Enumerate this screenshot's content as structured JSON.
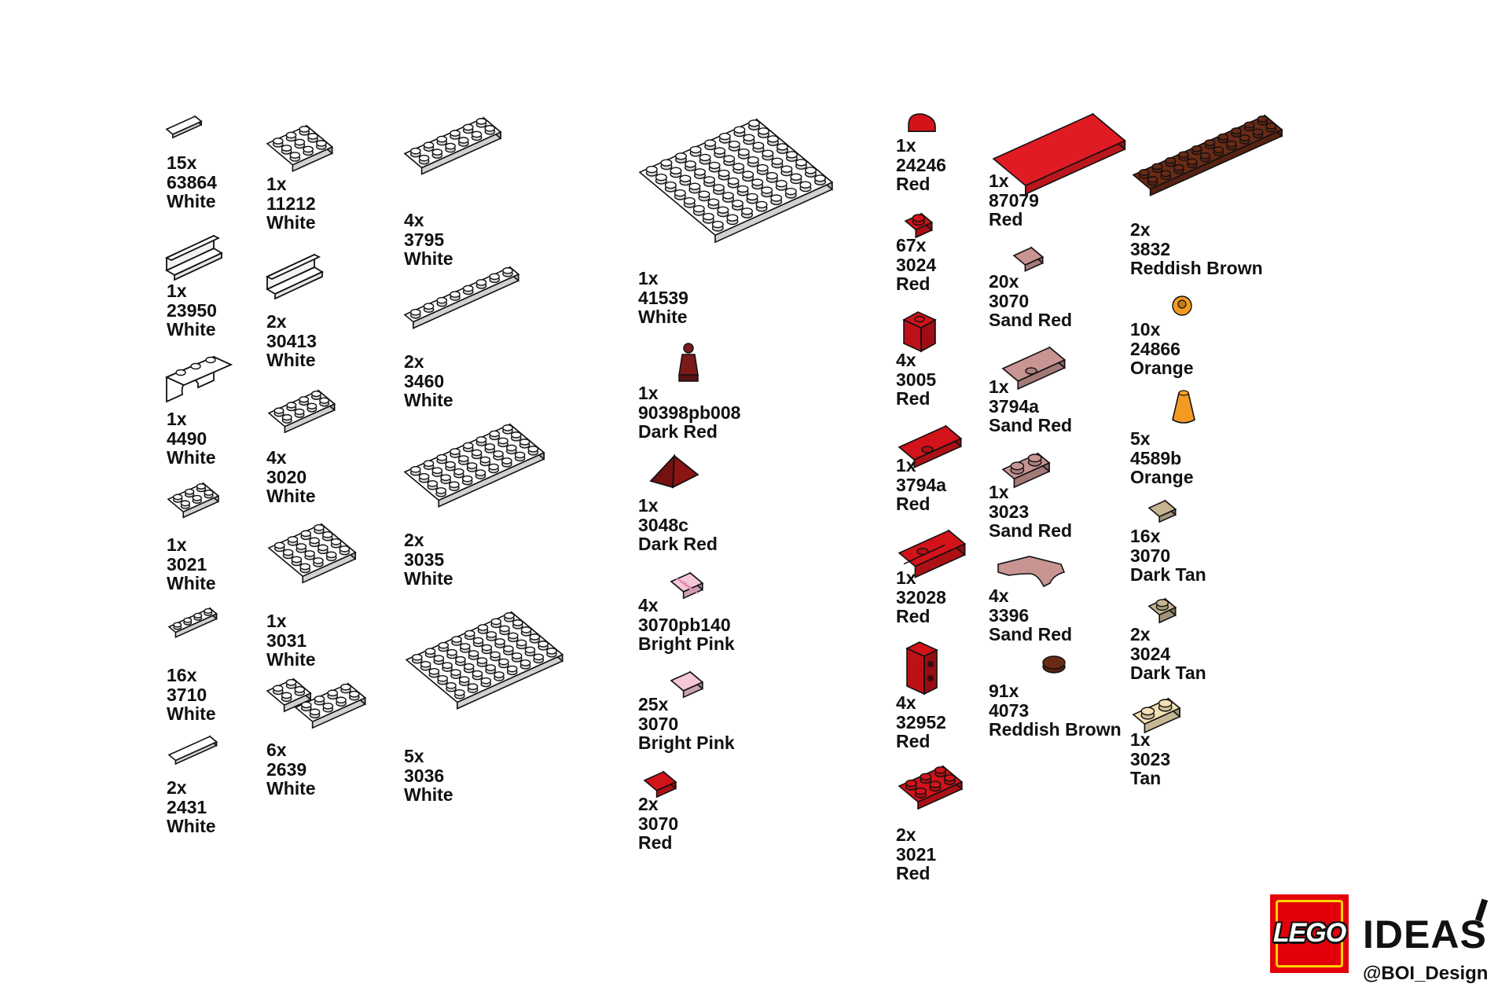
{
  "parts": [
    {
      "id": "p01",
      "qty": "15x",
      "num": "63864",
      "color": "White",
      "hex": "#ffffff",
      "shape": "tile",
      "cols": 3,
      "rows": 1,
      "studs": false
    },
    {
      "id": "p02",
      "qty": "1x",
      "num": "23950",
      "color": "White",
      "hex": "#ffffff",
      "shape": "bracket"
    },
    {
      "id": "p03",
      "qty": "1x",
      "num": "4490",
      "color": "White",
      "hex": "#ffffff",
      "shape": "arch"
    },
    {
      "id": "p04",
      "qty": "1x",
      "num": "3021",
      "color": "White",
      "hex": "#ffffff",
      "shape": "plate",
      "cols": 3,
      "rows": 2,
      "studs": true
    },
    {
      "id": "p05",
      "qty": "16x",
      "num": "3710",
      "color": "White",
      "hex": "#ffffff",
      "shape": "plate",
      "cols": 4,
      "rows": 1,
      "studs": true
    },
    {
      "id": "p06",
      "qty": "2x",
      "num": "2431",
      "color": "White",
      "hex": "#ffffff",
      "shape": "tile",
      "cols": 4,
      "rows": 1,
      "studs": false
    },
    {
      "id": "p07",
      "qty": "1x",
      "num": "11212",
      "color": "White",
      "hex": "#ffffff",
      "shape": "plate",
      "cols": 3,
      "rows": 3,
      "studs": true
    },
    {
      "id": "p08",
      "qty": "2x",
      "num": "30413",
      "color": "White",
      "hex": "#ffffff",
      "shape": "bracket"
    },
    {
      "id": "p09",
      "qty": "4x",
      "num": "3020",
      "color": "White",
      "hex": "#ffffff",
      "shape": "plate",
      "cols": 4,
      "rows": 2,
      "studs": true
    },
    {
      "id": "p10",
      "qty": "1x",
      "num": "3031",
      "color": "White",
      "hex": "#ffffff",
      "shape": "plate",
      "cols": 4,
      "rows": 4,
      "studs": true
    },
    {
      "id": "p11",
      "qty": "6x",
      "num": "2639",
      "color": "White",
      "hex": "#ffffff",
      "shape": "corner"
    },
    {
      "id": "p12",
      "qty": "4x",
      "num": "3795",
      "color": "White",
      "hex": "#ffffff",
      "shape": "plate",
      "cols": 6,
      "rows": 2,
      "studs": true
    },
    {
      "id": "p13",
      "qty": "2x",
      "num": "3460",
      "color": "White",
      "hex": "#ffffff",
      "shape": "plate",
      "cols": 8,
      "rows": 1,
      "studs": true
    },
    {
      "id": "p14",
      "qty": "2x",
      "num": "3035",
      "color": "White",
      "hex": "#ffffff",
      "shape": "plate",
      "cols": 8,
      "rows": 4,
      "studs": true
    },
    {
      "id": "p15",
      "qty": "5x",
      "num": "3036",
      "color": "White",
      "hex": "#ffffff",
      "shape": "plate",
      "cols": 8,
      "rows": 6,
      "studs": true
    },
    {
      "id": "p16",
      "qty": "1x",
      "num": "41539",
      "color": "White",
      "hex": "#ffffff",
      "shape": "plate",
      "cols": 8,
      "rows": 8,
      "studs": true
    },
    {
      "id": "p17",
      "qty": "1x",
      "num": "90398pb008",
      "color": "Dark Red",
      "hex": "#7b1a1a",
      "shape": "figure"
    },
    {
      "id": "p18",
      "qty": "1x",
      "num": "3048c",
      "color": "Dark Red",
      "hex": "#8b1414",
      "shape": "slope"
    },
    {
      "id": "p19",
      "qty": "4x",
      "num": "3070pb140",
      "color": "Bright Pink",
      "hex": "#f6c6d9",
      "shape": "tile",
      "cols": 1,
      "rows": 1,
      "studs": false,
      "pattern": true
    },
    {
      "id": "p20",
      "qty": "25x",
      "num": "3070",
      "color": "Bright Pink",
      "hex": "#f6c6d9",
      "shape": "tile",
      "cols": 1,
      "rows": 1,
      "studs": false
    },
    {
      "id": "p21",
      "qty": "2x",
      "num": "3070",
      "color": "Red",
      "hex": "#d2131a",
      "shape": "tile",
      "cols": 1,
      "rows": 1,
      "studs": false
    },
    {
      "id": "p22",
      "qty": "1x",
      "num": "24246",
      "color": "Red",
      "hex": "#d2131a",
      "shape": "round"
    },
    {
      "id": "p23",
      "qty": "67x",
      "num": "3024",
      "color": "Red",
      "hex": "#d2131a",
      "shape": "plate",
      "cols": 1,
      "rows": 1,
      "studs": true
    },
    {
      "id": "p24",
      "qty": "4x",
      "num": "3005",
      "color": "Red",
      "hex": "#d2131a",
      "shape": "brick"
    },
    {
      "id": "p25",
      "qty": "1x",
      "num": "3794a",
      "color": "Red",
      "hex": "#d2131a",
      "shape": "jumper"
    },
    {
      "id": "p26",
      "qty": "1x",
      "num": "32028",
      "color": "Red",
      "hex": "#d2131a",
      "shape": "door-rail"
    },
    {
      "id": "p27",
      "qty": "4x",
      "num": "32952",
      "color": "Red",
      "hex": "#d2131a",
      "shape": "tall-brick"
    },
    {
      "id": "p28",
      "qty": "2x",
      "num": "3021",
      "color": "Red",
      "hex": "#d2131a",
      "shape": "plate",
      "cols": 3,
      "rows": 2,
      "studs": true
    },
    {
      "id": "p29",
      "qty": "1x",
      "num": "87079",
      "color": "Red",
      "hex": "#e11b23",
      "shape": "tile",
      "cols": 4,
      "rows": 2,
      "studs": false
    },
    {
      "id": "p30",
      "qty": "20x",
      "num": "3070",
      "color": "Sand Red",
      "hex": "#c89592",
      "shape": "tile",
      "cols": 1,
      "rows": 1,
      "studs": false
    },
    {
      "id": "p31",
      "qty": "1x",
      "num": "3794a",
      "color": "Sand Red",
      "hex": "#c89592",
      "shape": "jumper"
    },
    {
      "id": "p32",
      "qty": "1x",
      "num": "3023",
      "color": "Sand Red",
      "hex": "#c89592",
      "shape": "plate",
      "cols": 2,
      "rows": 1,
      "studs": true
    },
    {
      "id": "p33",
      "qty": "4x",
      "num": "3396",
      "color": "Sand Red",
      "hex": "#c89592",
      "shape": "curve"
    },
    {
      "id": "p34",
      "qty": "91x",
      "num": "4073",
      "color": "Reddish Brown",
      "hex": "#6b2a16",
      "shape": "dot"
    },
    {
      "id": "p35",
      "qty": "2x",
      "num": "3832",
      "color": "Reddish Brown",
      "hex": "#6b2a16",
      "shape": "plate",
      "cols": 10,
      "rows": 2,
      "studs": true
    },
    {
      "id": "p36",
      "qty": "10x",
      "num": "24866",
      "color": "Orange",
      "hex": "#f39a22",
      "shape": "flower"
    },
    {
      "id": "p37",
      "qty": "5x",
      "num": "4589b",
      "color": "Orange",
      "hex": "#f39a22",
      "shape": "cone"
    },
    {
      "id": "p38",
      "qty": "16x",
      "num": "3070",
      "color": "Dark Tan",
      "hex": "#c7b592",
      "shape": "tile",
      "cols": 1,
      "rows": 1,
      "studs": false
    },
    {
      "id": "p39",
      "qty": "2x",
      "num": "3024",
      "color": "Dark Tan",
      "hex": "#c7b592",
      "shape": "plate",
      "cols": 1,
      "rows": 1,
      "studs": true
    },
    {
      "id": "p40",
      "qty": "1x",
      "num": "3023",
      "color": "Tan",
      "hex": "#f2dfb4",
      "shape": "plate",
      "cols": 2,
      "rows": 1,
      "studs": true
    }
  ],
  "branding": {
    "logo_word": "LEGO",
    "ideas": "IDEAS",
    "handle": "@BOI_Design",
    "logo_red": "#e3000b",
    "logo_yellow": "#ffd200"
  }
}
